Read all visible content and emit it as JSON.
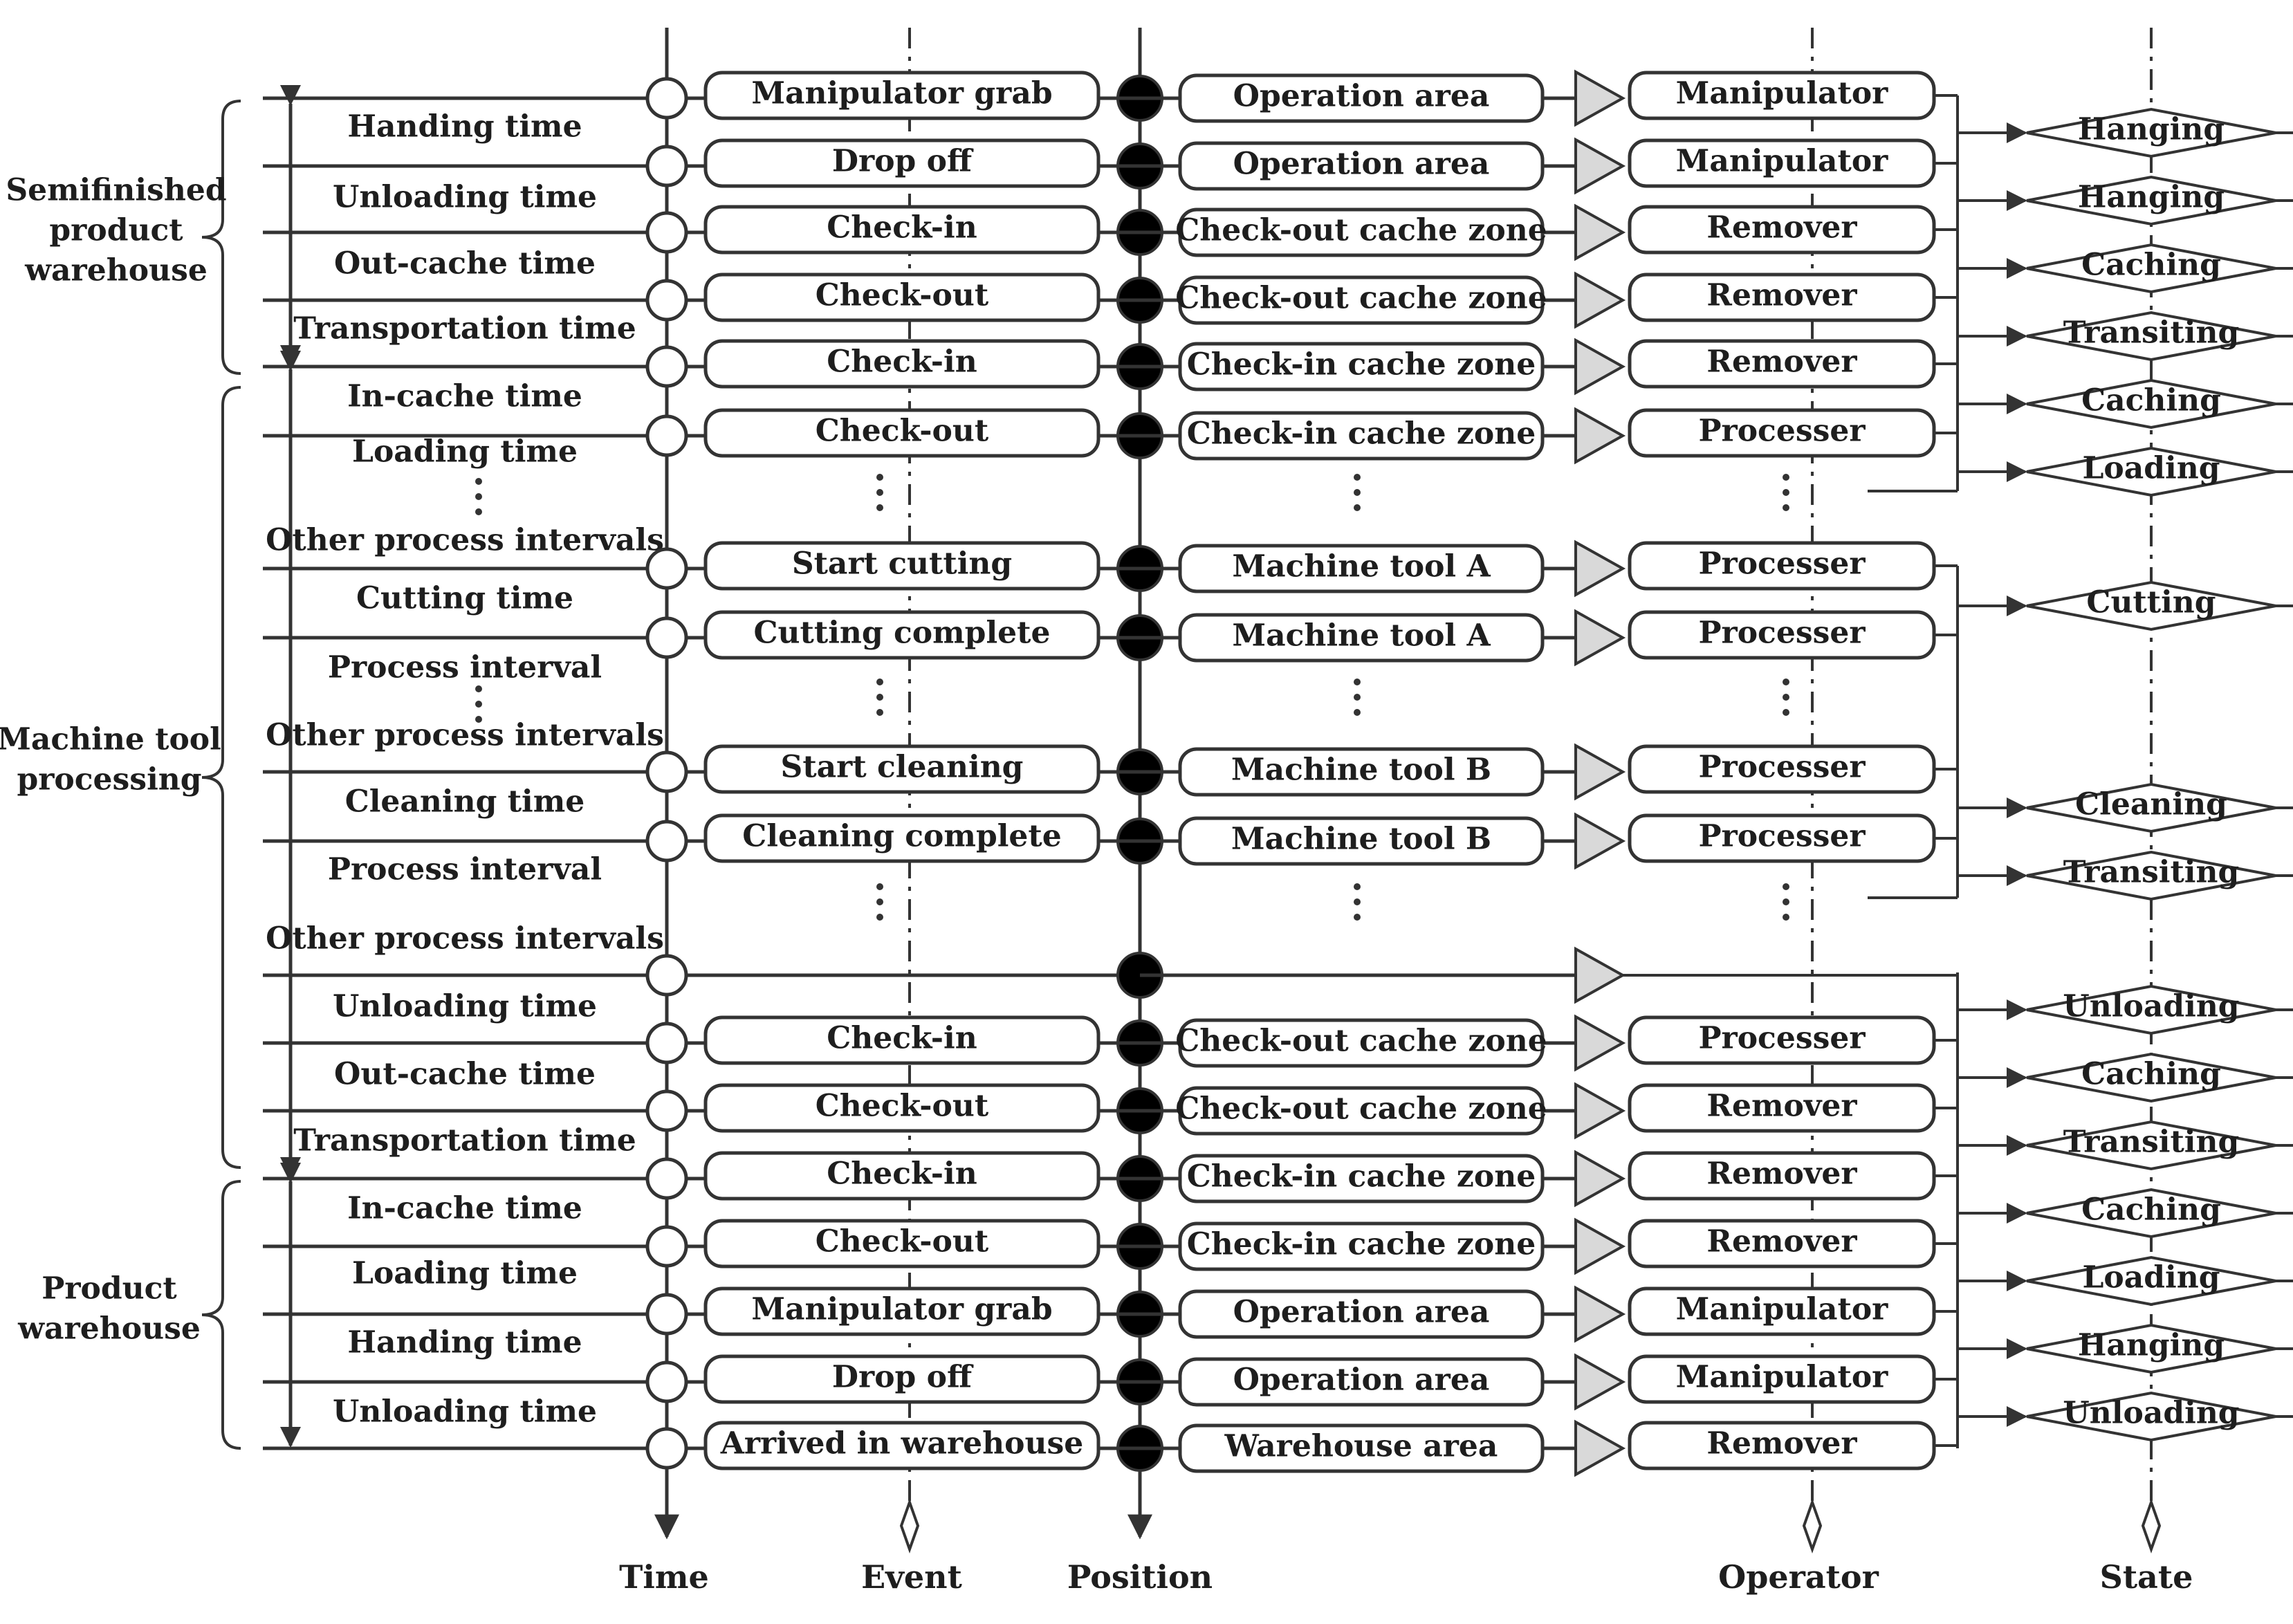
{
  "axes": {
    "time": "Time",
    "event": "Event",
    "position": "Position",
    "operator": "Operator",
    "state": "State"
  },
  "groups": [
    {
      "lines": [
        "Semifinished",
        "product",
        "warehouse"
      ]
    },
    {
      "lines": [
        "Machine tool",
        "processing"
      ]
    },
    {
      "lines": [
        "Product",
        "warehouse"
      ]
    }
  ],
  "intervals": [
    "Handing time",
    "Unloading time",
    "Out-cache time",
    "Transportation time",
    "In-cache time",
    "Loading time",
    "Other process intervals",
    "Cutting time",
    "Process interval",
    "Other process intervals",
    "Cleaning time",
    "Process interval",
    "Other process intervals",
    "Unloading time",
    "Out-cache time",
    "Transportation time",
    "In-cache time",
    "Loading time",
    "Handing time",
    "Unloading time"
  ],
  "rows": [
    {
      "event": "Manipulator grab",
      "position": "Operation area",
      "operator": "Manipulator"
    },
    {
      "event": "Drop off",
      "position": "Operation area",
      "operator": "Manipulator"
    },
    {
      "event": "Check-in",
      "position": "Check-out cache zone",
      "operator": "Remover"
    },
    {
      "event": "Check-out",
      "position": "Check-out cache zone",
      "operator": "Remover"
    },
    {
      "event": "Check-in",
      "position": "Check-in cache zone",
      "operator": "Remover"
    },
    {
      "event": "Check-out",
      "position": "Check-in cache zone",
      "operator": "Processer"
    },
    {
      "event": "Start cutting",
      "position": "Machine tool A",
      "operator": "Processer"
    },
    {
      "event": "Cutting complete",
      "position": "Machine tool A",
      "operator": "Processer"
    },
    {
      "event": "Start cleaning",
      "position": "Machine tool B",
      "operator": "Processer"
    },
    {
      "event": "Cleaning complete",
      "position": "Machine tool B",
      "operator": "Processer"
    },
    {
      "event": "",
      "position": "",
      "operator": ""
    },
    {
      "event": "Check-in",
      "position": "Check-out cache zone",
      "operator": "Processer"
    },
    {
      "event": "Check-out",
      "position": "Check-out cache zone",
      "operator": "Remover"
    },
    {
      "event": "Check-in",
      "position": "Check-in cache zone",
      "operator": "Remover"
    },
    {
      "event": "Check-out",
      "position": "Check-in cache zone",
      "operator": "Remover"
    },
    {
      "event": "Manipulator grab",
      "position": "Operation area",
      "operator": "Manipulator"
    },
    {
      "event": "Drop off",
      "position": "Operation area",
      "operator": "Manipulator"
    },
    {
      "event": "Arrived in warehouse",
      "position": "Warehouse area",
      "operator": "Remover"
    }
  ],
  "states": [
    "Hanging",
    "Hanging",
    "Caching",
    "Transiting",
    "Caching",
    "Loading",
    "Cutting",
    "Cleaning",
    "Transiting",
    "Unloading",
    "Caching",
    "Transiting",
    "Caching",
    "Loading",
    "Hanging",
    "Unloading"
  ],
  "colors": {
    "line": "#333333",
    "node_filled": "#000000",
    "node_open": "#ffffff",
    "triangle": "#d9d9d9"
  }
}
